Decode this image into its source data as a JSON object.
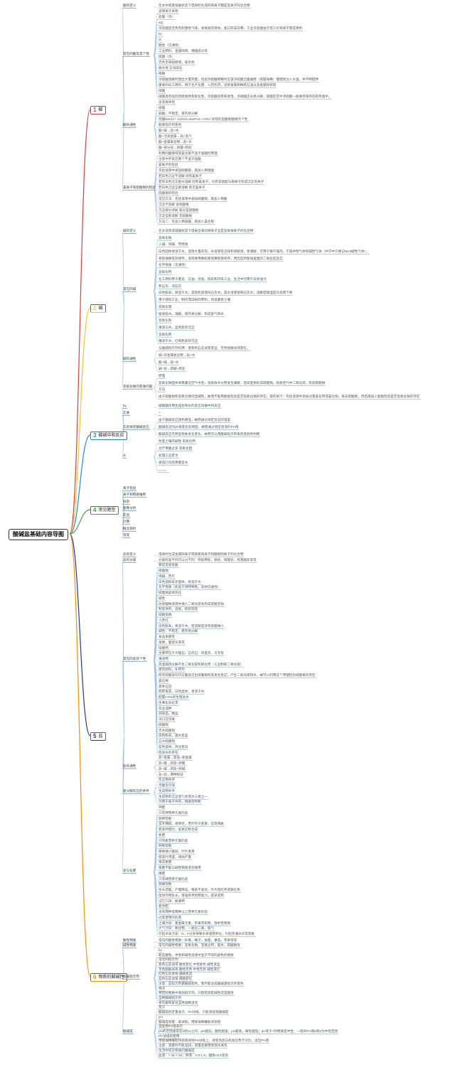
{
  "root": {
    "label": "酸碱盐基础内容导图"
  },
  "colors": {
    "acid": "#e53935",
    "base": "#fbc02d",
    "neutral": "#1e88e5",
    "questions": "#43a047",
    "salt": "#1e3a8a",
    "indicator": "#fb8c00",
    "line": "#9bbfe4"
  },
  "branches": [
    {
      "id": "acid",
      "num": "1",
      "label": "酸",
      "items": [
        {
          "text": "酸的定义",
          "children": [
            {
              "text": "在水中或者熔融状态下电离时生成的阳离子都是氢离子的化合物"
            }
          ]
        },
        {
          "text": "常见的酸及其个性",
          "children": [
            {
              "text": "含阴离子体现"
            },
            {
              "text": "盐酸（浓）"
            },
            {
              "text": "aQ"
            },
            {
              "text": "浓盐酸是无色有刺激性气味，易挥发的液体，瓶口形成白雾；工业浓盐酸由于有三价铁离子而成黄色"
            },
            {
              "text": "bv"
            },
            {
              "text": "dl"
            },
            {
              "text": "酸性（见通性）"
            },
            {
              "text": "工业原料、金属除锈、胃酸成分等"
            },
            {
              "text": "硫酸（浓）"
            },
            {
              "text": "无色无味粘稠液，吸水性"
            },
            {
              "text": "脱水性 又叫碳化"
            },
            {
              "text": "稀释"
            },
            {
              "text": "浓硫酸溶解时放出大量热量，因此浓硫酸稀释时应该浓硫酸沿着器壁（或玻璃棒）慢慢地注入水里，并不断搅拌"
            },
            {
              "text": "重要的化工原料，用于生产化肥、火药农药，冶炼金属和精炼石油以及金属除锈等"
            },
            {
              "text": "硝酸"
            },
            {
              "text": "硝酸具有强烈的腐蚀性和氧化性，浓硝酸具有挥发性，浓硝酸见光易分解，硝酸在空中浓硝酸一般要存保存在棕色瓶中。"
            }
          ]
        },
        {
          "text": "酸的通性",
          "children": [
            {
              "text": "含氢氧体现"
            },
            {
              "text": "碳酸"
            },
            {
              "text": "弱酸；不稳定，受热易分解"
            },
            {
              "text": "亮酸BaCl2+ H2SO4=BaSO4↓+2HCl 体现的是酸根酸根的个性"
            },
            {
              "text": "能使指示剂变色"
            },
            {
              "text": "酸+碱→盐+水"
            },
            {
              "text": "酸+活泼金属→盐+氢气"
            },
            {
              "text": "酸+金属氧化物→盐+水"
            },
            {
              "text": "酸+部分盐→新酸+新盐"
            }
          ]
        },
        {
          "text": "氯离子和硫酸根的检验",
          "children": [
            {
              "text": "利用的酸使得其氯化银不溶于强酸的原理"
            },
            {
              "text": "注意中学就这两个不溶于强酸"
            },
            {
              "text": "氯离子的检验"
            },
            {
              "text": "先往溶液中滴加硝酸银，再加入稀硝酸"
            },
            {
              "text": "若白色沉淀不溶解 则有氯离子"
            },
            {
              "text": "若有白色沉淀部分溶解 则有氯离子，也有其他能与银离子形成沉淀的离子"
            },
            {
              "text": "若白色沉淀全部溶解 则无氯离子"
            },
            {
              "text": "硫酸根的检验"
            },
            {
              "text": "常见方法：先往溶液中滴加硝酸钡，再加入稀酸"
            },
            {
              "text": "沉淀不溶解 含硫酸根"
            },
            {
              "text": "沉淀部分溶解 部分是硫酸根"
            },
            {
              "text": "沉淀全部溶解 无硫酸根"
            },
            {
              "text": "方法二：先加入稀硝酸，再加入氯化钡"
            }
          ]
        }
      ]
    },
    {
      "id": "base",
      "num": "2",
      "label": "碱",
      "items": [
        {
          "text": "碱的定义",
          "children": [
            {
              "text": "在水溶液或熔融状态下电离出来的阴离子全是氢氧根离子的化合物"
            }
          ]
        },
        {
          "text": "常见的碱",
          "children": [
            {
              "text": "氢氧化钠"
            },
            {
              "text": "火碱、烧碱、苛性钠"
            },
            {
              "text": "白色固体易溶于水，溶放大量的热，水溶液有涩味和滑腻感，易潮解，可用于做干燥剂，干燥中性气体和碱性气体（中学中只要记NH3碱性气体）。"
            },
            {
              "text": "易吸潮要密封保存，溶液要用橡胶塞或橡胶塞保存，原因是和玻璃里面的二氧化硅反应"
            },
            {
              "text": "化学性质（见通性）"
            },
            {
              "text": "氢氧化钙"
            },
            {
              "text": "化工原料用于肥皂、石油、造纸、纺织和印染工业，生活中可用于去除油污"
            },
            {
              "text": "熟石灰、消石灰"
            },
            {
              "text": "白色粉末，微溶于水，其饱和溶液叫石灰水，其水溶液俗称石灰水；溶解度随温度升高而下降"
            },
            {
              "text": "用于建筑工业，制作漂白粉的原料，改良酸性土壤"
            },
            {
              "text": "氢氧化锂"
            },
            {
              "text": "极易吸水，潮解，受热易分解，形成氨气和水"
            },
            {
              "text": "氢氧化钡"
            },
            {
              "text": "难溶与水，蓝色絮状沉淀"
            },
            {
              "text": "氢氧化铁"
            },
            {
              "text": "难溶于水，红褐色絮状沉淀"
            }
          ]
        },
        {
          "text": "碱的通性",
          "children": [
            {
              "text": "与酸碱指示剂作用：使紫色石蕊试液变蓝，无色酚酞试液变红。"
            },
            {
              "text": "碱+非金属氧化物→盐+水"
            },
            {
              "text": "酸+碱→盐+水"
            },
            {
              "text": "碱+盐→新碱+新盐"
            }
          ]
        },
        {
          "text": "氢氧化钠的变质问题",
          "children": [
            {
              "text": "原理"
            },
            {
              "text": "氢氧化钠固体易暴露在空气中后，会吸收水分而发生潮解，后续变质形成碳酸钠，吸收空气中二氧化碳，形成碳酸钠"
            },
            {
              "text": "方法"
            },
            {
              "text": "由于碳酸钠和氢氧化钠均显碱性，故而不能用酚酞检验是否氢氧化钠的存在，操作如下：先往溶液中滴加过量氯化钙或氯化钡，排去碳酸根，然后再加入酚酞检验是否氢氧化钠的存在"
            }
          ]
        }
      ]
    },
    {
      "id": "neutral",
      "num": "3",
      "label": "酸碱中和反应",
      "items": [
        {
          "text": "bv",
          "children": [
            {
              "text": "碱跟酸作用生成盐和水的反应叫做中和反应"
            }
          ]
        },
        {
          "text": "实质",
          "children": [
            {
              "text": "+"
            }
          ]
        },
        {
          "text": "实验探究酸碱反应",
          "children": [
            {
              "text": "由于酸碱反应放热明显，故而通过测定反应的温度"
            },
            {
              "text": "酸碱反应时ph值变化较明显，故而通过测定溶液的PH值"
            },
            {
              "text": "酸碱反应无明显现象发生变化，故而可以用酸碱指示剂来改变颜色判断"
            }
          ]
        },
        {
          "text": "dl",
          "children": [
            {
              "text": "改变土壤的碱性 氢氧化钙"
            },
            {
              "text": "治疗胃酸过多 氢氧化铝"
            },
            {
              "text": "处理工业废水"
            },
            {
              "text": "被虫叮咬后用肥皂水"
            },
            {
              "text": "。。。。。"
            }
          ]
        }
      ]
    },
    {
      "id": "questions",
      "num": "4",
      "label": "常见题型",
      "items": [
        {
          "text": "离子检验",
          "children": []
        },
        {
          "text": "离子和物质推断",
          "children": []
        },
        {
          "text": "除杂",
          "children": []
        },
        {
          "text": "图像分析",
          "children": []
        },
        {
          "text": "实验",
          "children": []
        },
        {
          "text": "计算",
          "children": []
        },
        {
          "text": "概念辨析",
          "children": []
        },
        {
          "text": "等等",
          "children": []
        }
      ]
    },
    {
      "id": "salt",
      "num": "5",
      "label": "盐",
      "items": [
        {
          "text": "盐的定义",
          "children": [
            {
              "text": "电离时生成金属阳离子或铵根阳离子和酸根阴离子的化合物"
            }
          ]
        },
        {
          "text": "盐的分类",
          "children": [
            {
              "text": "分类标准不同可以分不同：例如钾盐，钠盐，碳酸盐，有素酸盐等等"
            }
          ]
        },
        {
          "text": "常见的盐及个性",
          "children": [
            {
              "text": "看常见碳氢酸"
            },
            {
              "text": "碳酸钠"
            },
            {
              "text": "纯碱、苏打"
            },
            {
              "text": "白色晶粉末状固体，易溶于水"
            },
            {
              "text": "化学性质（此处只讲特殊性，其他见通性）"
            },
            {
              "text": "碳酸钠晶体风化"
            },
            {
              "text": "碱性"
            },
            {
              "text": "往碳酸钠溶液中通入二氧化碳会形成碳酸氢钠"
            },
            {
              "text": "制洗涤剂，造纸，纺织等等"
            },
            {
              "text": "碳酸氢钠"
            },
            {
              "text": "小苏打"
            },
            {
              "text": "白色粉末，易溶于水，但溶解度没有碳酸钠小"
            },
            {
              "text": "碱性；不稳定，受热易分解"
            },
            {
              "text": "食品发酵等"
            },
            {
              "text": "发酵，面提头等等"
            },
            {
              "text": "碳酸钙"
            },
            {
              "text": "主要存在于大理石、石灰石、鸡蛋壳、贝壳等"
            },
            {
              "text": "难溶物"
            },
            {
              "text": "高温煅烧分解产生二氧化碳和氧化钙（工业制取二氧化碳）"
            },
            {
              "text": "建筑材料，补钙剂"
            },
            {
              "text": "所有碳酸盐均可与酸反应出碳酸根的其发生反应，产生二氧化碳和水，故可以利用这个原理检验碳酸根的存在"
            },
            {
              "text": "氯化钠"
            },
            {
              "text": "基本信息"
            },
            {
              "text": "俗称食盐，白色晶体，易溶于水"
            },
            {
              "text": "配置0.9%的生理盐水"
            },
            {
              "text": "生事化冰化雪"
            },
            {
              "text": "农业选种"
            },
            {
              "text": "调味品，腌菜"
            },
            {
              "text": "消口在消毒"
            },
            {
              "text": "硫酸铜"
            },
            {
              "text": "无水硫酸铜"
            },
            {
              "text": "白色粉末，遇水变蓝"
            },
            {
              "text": "五水硫酸铜"
            },
            {
              "text": "蓝色晶体，风化变白"
            },
            {
              "text": "检验水的存在"
            }
          ]
        },
        {
          "text": "盐的通性",
          "children": [
            {
              "text": "盐+金属→新盐+新金属"
            },
            {
              "text": "盐+酸→新盐+新酸"
            },
            {
              "text": "盐+碱→新盐+新碱"
            },
            {
              "text": "盐+盐→两种新盐"
            }
          ]
        },
        {
          "text": "复分解反应的条件",
          "children": [
            {
              "text": "反应物条件"
            },
            {
              "text": "无酸皆可溶"
            },
            {
              "text": "生成物条件"
            },
            {
              "text": "生成物有沉淀或气体或水三者之一"
            },
            {
              "text": "可用于离子共存，物质等判断"
            }
          ]
        },
        {
          "text": "盐与化肥",
          "children": [
            {
              "text": "钾肥"
            },
            {
              "text": "只有钾营养元素的盐"
            },
            {
              "text": "缺钾现象"
            },
            {
              "text": "茎叶细弱，易倒伏，老叶叶尖变黄，出现褐斑"
            },
            {
              "text": "使茎杆粗壮，促进淀粉合成"
            },
            {
              "text": "氮肥"
            },
            {
              "text": "只有氮营养元素的盐"
            },
            {
              "text": "缺氮现象"
            },
            {
              "text": "植株矮小瘦弱，叶片发黄"
            },
            {
              "text": "使茎叶茂盛，增加产量"
            },
            {
              "text": "铵态氮肥"
            },
            {
              "text": "铵肥不能与碱性物质混合施用"
            },
            {
              "text": "磷肥"
            },
            {
              "text": "只有磷营养元素的盐"
            },
            {
              "text": "缺磷现象"
            },
            {
              "text": "生长迟缓，产量降低，根系不发达，叶片暗红色或紫红色"
            },
            {
              "text": "促进作物生长，增强抗旱抗寒能力，提早成熟"
            },
            {
              "text": "记忆口诀：氮磷钾"
            },
            {
              "text": "复合肥"
            },
            {
              "text": "含有两种或两种以上营养元素的盐"
            },
            {
              "text": "过度使用的危害"
            },
            {
              "text": "土壤污染：重金属元素、有毒有机物、放射性物质"
            },
            {
              "text": "大气污染：氮化物、一氧化二氮、氨气"
            },
            {
              "text": "引起水体污染：N、P过多导致水体富营养化，引起赤潮水华等现象"
            }
          ]
        }
      ]
    },
    {
      "id": "indicator",
      "num": "6",
      "label": "物质的酸碱性",
      "items": [
        {
          "text": "酸性物质",
          "children": [
            {
              "text": "常见的酸性物质：柠檬，橘子，食醋，番茄，苹果等等"
            }
          ]
        },
        {
          "text": "碱性物质",
          "children": [
            {
              "text": "常见的碱性物质：氢氧化钠，氢氧化钙，氨水，碳酸钠等"
            }
          ]
        },
        {
          "text": "酸碱指示剂",
          "children": [
            {
              "text": "bv"
            },
            {
              "text": "能在酸性、中性和碱性溶液中显示不同的颜色的物质"
            },
            {
              "text": "常见的指示剂"
            },
            {
              "text": "紫色石蕊试液 酸性变红 中性紫色 碱性变蓝"
            },
            {
              "text": "无色酚酞试液 酸性无色 中性无色 碱性变红"
            },
            {
              "text": "红色石蕊试纸 遇碱变蓝"
            },
            {
              "text": "蓝色石蕊试纸 遇酸变红"
            },
            {
              "text": "注意：是指示剂遇酸碱变色，而不能说成酸碱遇指示剂变色"
            },
            {
              "text": "特点"
            },
            {
              "text": "将检验物质中滴加指示剂，只能检测是碱性还是酸性"
            },
            {
              "text": "自制酸碱指示剂"
            },
            {
              "text": "将花瓣和紫甘蓝用酒精浸泡"
            }
          ]
        },
        {
          "text": "酸碱度",
          "children": [
            {
              "text": "定义"
            },
            {
              "text": "酸碱度的定量表示，PH试纸，只能测溶液酸碱度"
            },
            {
              "text": "pH"
            },
            {
              "text": "酸碱度测量：取试纸，用玻璃棒蘸取待测液"
            },
            {
              "text": "温度用PH值表示"
            },
            {
              "text": "pH的范围通常在0到14之间，pH越低，酸性越强；pH越高，碱性越强；pH等于7的物质是中性，一般的PH值6到8为中性范围"
            },
            {
              "text": "PH试纸的使用"
            },
            {
              "text": "用玻璃棒蘸取待测液滴到PH试纸上，待变色后与标准比色卡对比，读出PH值"
            },
            {
              "text": "注意：测量时不能湿润，测量后要用蒸馏水清洗"
            },
            {
              "text": "生活中常见物质的酸碱度"
            },
            {
              "text": "血液：7.35-7.45；胃液：0.9-1.5；酸雨<5.6等等"
            }
          ]
        }
      ]
    }
  ]
}
